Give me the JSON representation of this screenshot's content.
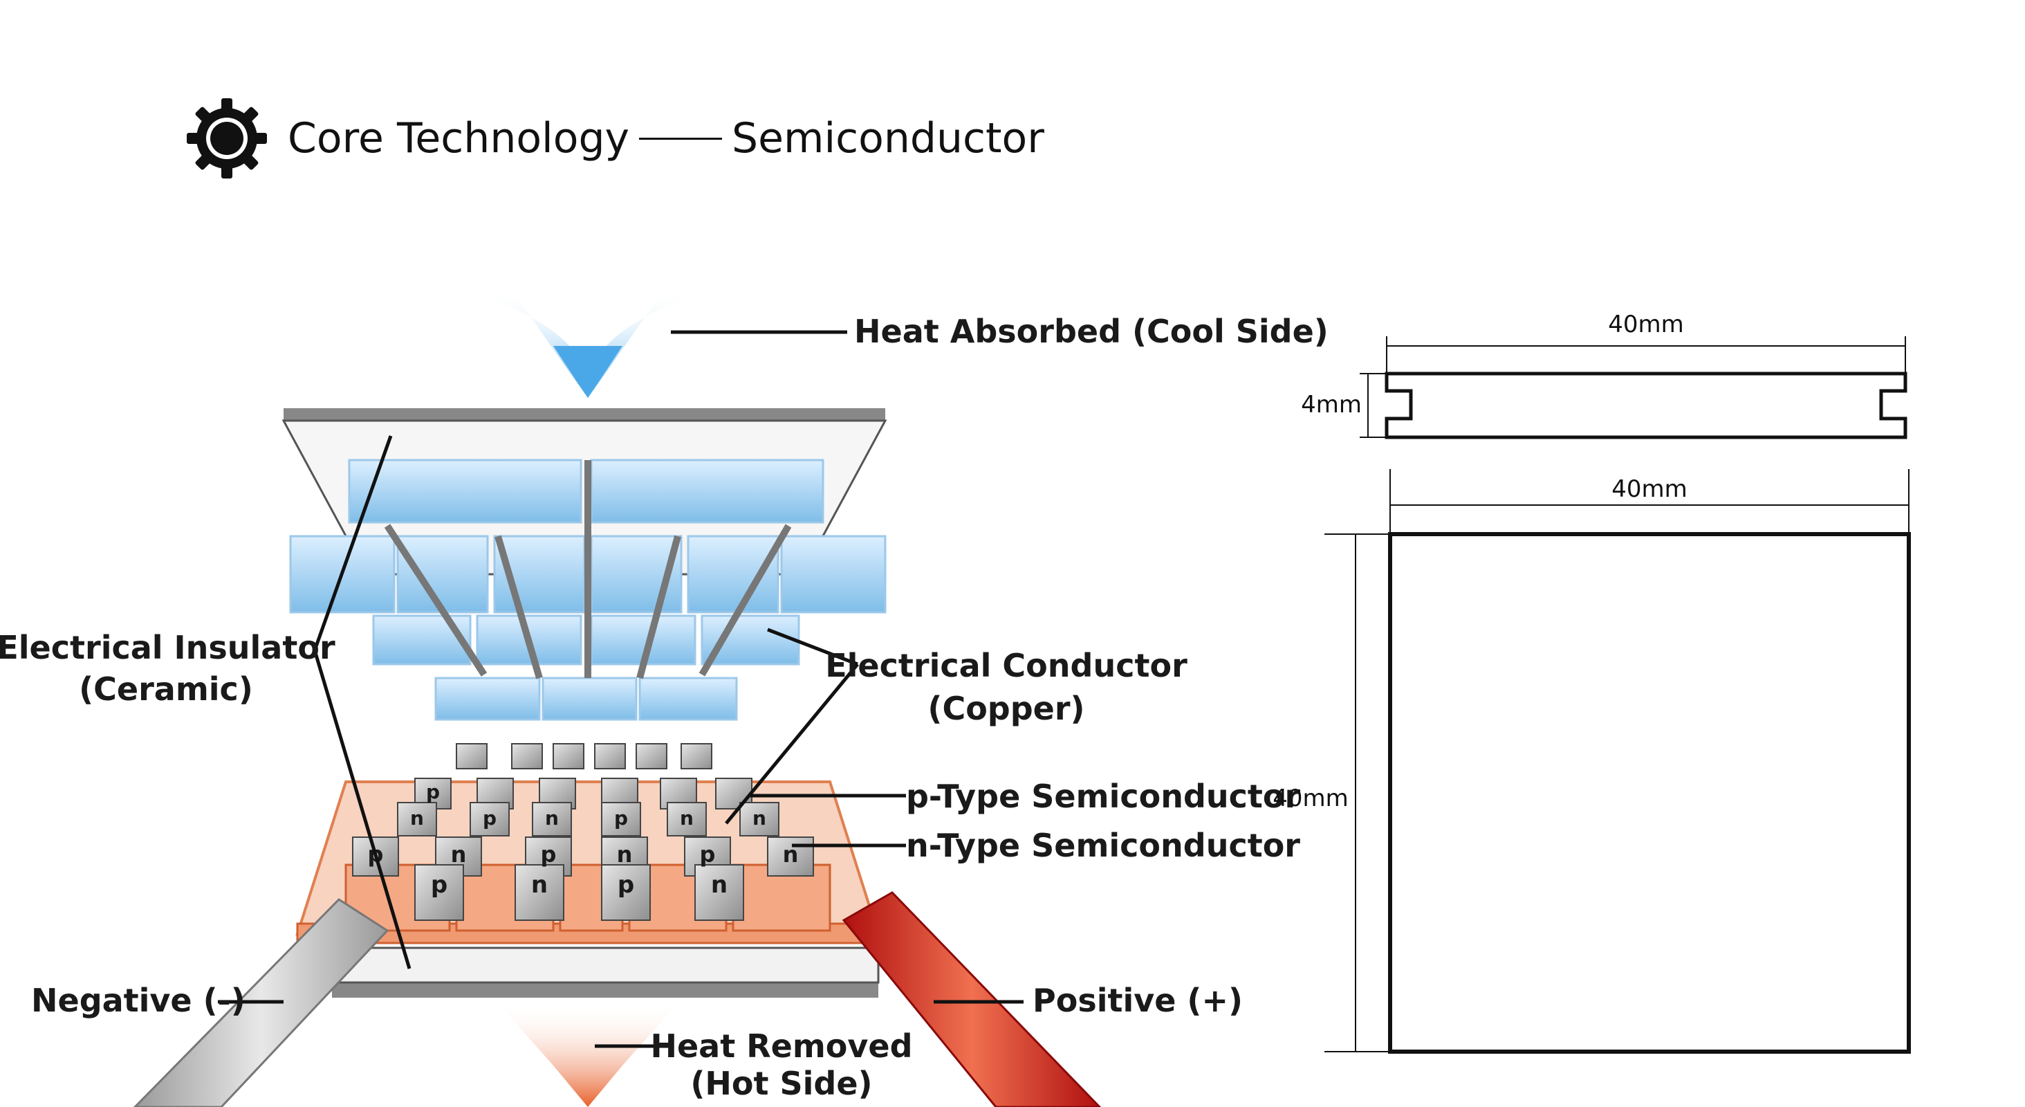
{
  "header": {
    "title": "Core Technology",
    "subtitle": "Semiconductor",
    "icon": "gear-icon"
  },
  "labels": {
    "heat_absorbed": "Heat Absorbed (Cool Side)",
    "insulator_line1": "Electrical Insulator",
    "insulator_line2": "(Ceramic)",
    "conductor_line1": "Electrical Conductor",
    "conductor_line2": "(Copper)",
    "p_type": "p-Type Semiconductor",
    "n_type": "n-Type Semiconductor",
    "negative": "Negative (-)",
    "positive": "Positive (+)",
    "heat_removed_line1": "Heat Removed",
    "heat_removed_line2": "(Hot Side)",
    "p_letter": "p",
    "n_letter": "n"
  },
  "dimensions": {
    "side_width": "40mm",
    "side_thickness": "4mm",
    "top_width": "40mm",
    "top_height": "40mm"
  },
  "colors": {
    "cool": "#8ec8f0",
    "hot": "#e8602a",
    "copper": "#f0a07a",
    "ceramic": "#f4f4f4",
    "block": "#bdbdbd"
  }
}
